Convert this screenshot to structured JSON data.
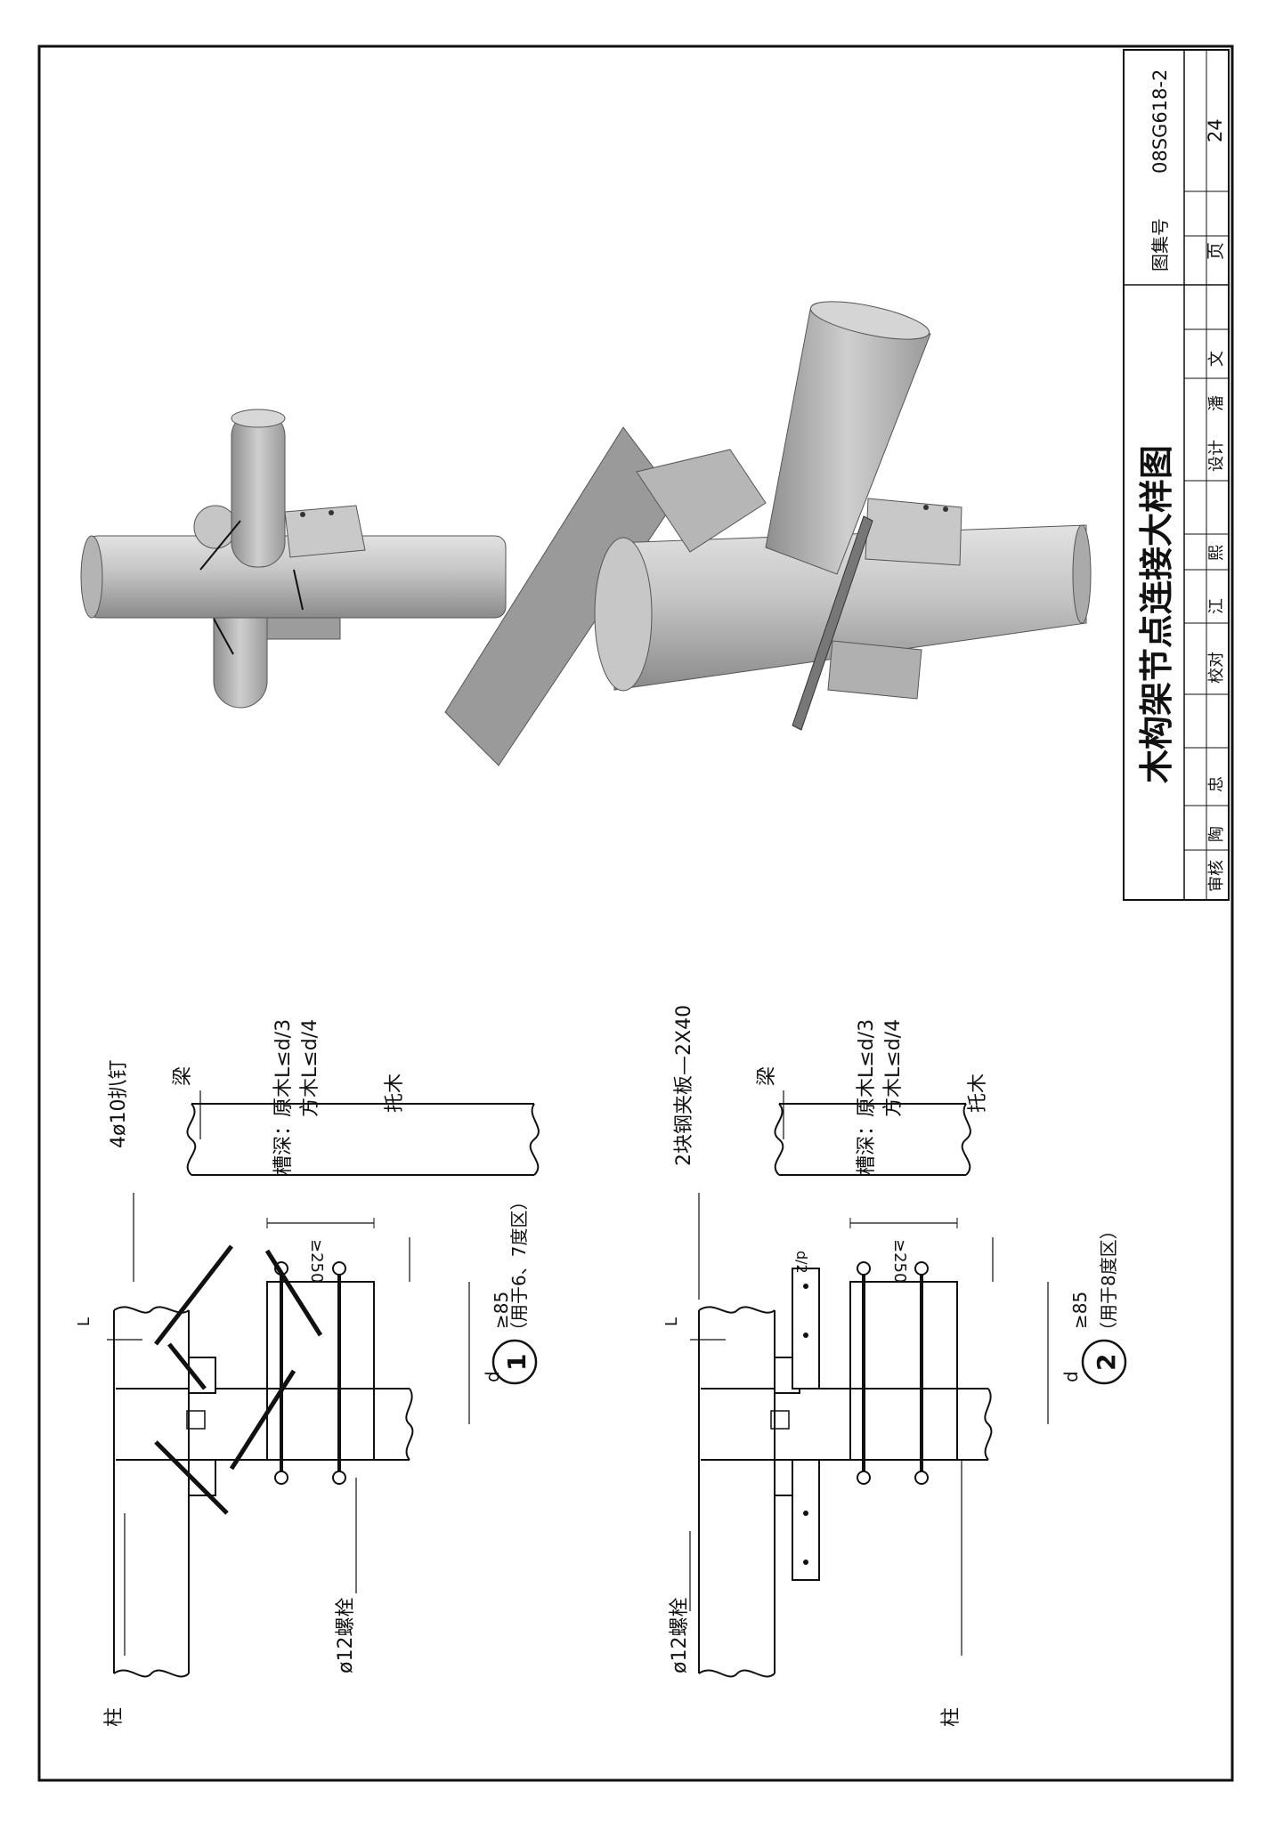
{
  "title_block": {
    "title": "木构架节点连接大样图",
    "atlas_label": "图集号",
    "atlas_no": "08SG618-2",
    "page_label": "页",
    "page_no": "24",
    "review_label": "审核",
    "review_name": "陶",
    "review_sign": "忠",
    "check_label": "校对",
    "check_name": "江",
    "check_name2": "熙",
    "design_label": "设计",
    "design_name": "潘",
    "design_name2": "文"
  },
  "detail_1": {
    "number": "1",
    "note": "（用于6、7度区）",
    "column": "柱",
    "beam": "梁",
    "nails": "4ø10扒钉",
    "bolts": "ø12螺栓",
    "groove_title": "槽深：",
    "groove_round": "原木L≤d/3",
    "groove_square": "方木L≤d/4",
    "bracket": "托木",
    "dim_250": "≥250",
    "dim_85": "≥85",
    "dim_d": "d",
    "dim_l": "L"
  },
  "detail_2": {
    "number": "2",
    "note": "（用于8度区）",
    "column": "柱",
    "beam": "梁",
    "plates": "2块钢夹板—2X40",
    "bolts": "ø12螺栓",
    "groove_title": "槽深：",
    "groove_round": "原木L≤d/3",
    "groove_square": "方木L≤d/4",
    "bracket": "托木",
    "dim_250": "≥250",
    "dim_85": "≥85",
    "dim_d": "d",
    "dim_l": "L",
    "dim_d2": "d/2"
  },
  "colors": {
    "line": "#111111",
    "wood": "#b9b9b9",
    "wood_dark": "#8c8c8c",
    "wood_light": "#dcdcdc"
  }
}
